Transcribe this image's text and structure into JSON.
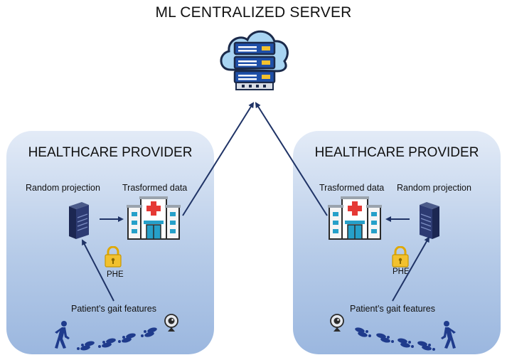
{
  "diagram": {
    "title": "ML CENTRALIZED SERVER",
    "server_icon": "cloud-server-icon",
    "providers": [
      {
        "title": "HEALTHCARE PROVIDER",
        "random_projection": "Random projection",
        "transformed_data": "Trasformed data",
        "encryption": "PHE",
        "features": "Patient’s gait features"
      },
      {
        "title": "HEALTHCARE PROVIDER",
        "random_projection": "Random projection",
        "transformed_data": "Trasformed data",
        "encryption": "PHE",
        "features": "Patient’s gait features"
      }
    ],
    "colors": {
      "panel": "#a9c1e4",
      "arrow": "#1f3366",
      "server_blue": "#1e4fa8",
      "lock": "#f2c12e",
      "hospital_cross": "#e53935"
    }
  }
}
